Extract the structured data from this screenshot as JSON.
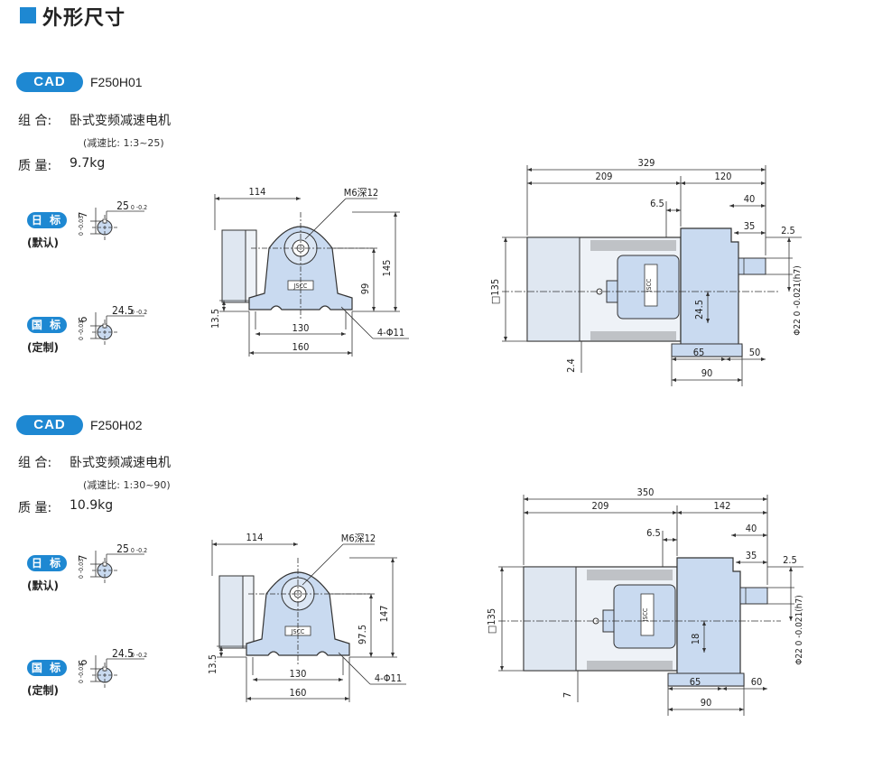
{
  "section_title": "外形尺寸",
  "colors": {
    "accent": "#1e88d2",
    "body_fill": "#c9daf0",
    "line": "#333333"
  },
  "models": [
    {
      "cad_label": "CAD",
      "model": "F250H01",
      "combo_label": "组 合:",
      "combo_value": "卧式变频减速电机",
      "ratio": "(减速比: 1:3~25)",
      "mass_label": "质 量:",
      "mass_value": "9.7kg",
      "std_jp": "日 标",
      "std_jp_note": "(默认)",
      "std_cn": "国 标",
      "std_cn_note": "(定制)",
      "key_jp": {
        "h": "7",
        "h_tol": "0 -0.03",
        "w": "25",
        "w_tol": "0 -0.2"
      },
      "key_cn": {
        "h": "6",
        "h_tol": "0 -0.03",
        "w": "24.5",
        "w_tol": "0 -0.2"
      },
      "front": {
        "d114": "114",
        "m6": "M6深12",
        "d145": "145",
        "d99": "99",
        "d135": "13.5",
        "d130": "130",
        "d160": "160",
        "holes": "4-Φ11"
      },
      "side": {
        "d329": "329",
        "d209": "209",
        "d120": "120",
        "d65": "6.5",
        "d40": "40",
        "d35": "35",
        "d25": "2.5",
        "dia135": "□135",
        "shaft": "Φ22 0 -0.021(h7)",
        "d245": "24.5",
        "d24": "2.4",
        "d65b": "65",
        "d50": "50",
        "d90": "90"
      }
    },
    {
      "cad_label": "CAD",
      "model": "F250H02",
      "combo_label": "组 合:",
      "combo_value": "卧式变频减速电机",
      "ratio": "(减速比: 1:30~90)",
      "mass_label": "质 量:",
      "mass_value": "10.9kg",
      "std_jp": "日 标",
      "std_jp_note": "(默认)",
      "std_cn": "国 标",
      "std_cn_note": "(定制)",
      "key_jp": {
        "h": "7",
        "h_tol": "0 -0.03",
        "w": "25",
        "w_tol": "0 -0.2"
      },
      "key_cn": {
        "h": "6",
        "h_tol": "0 -0.03",
        "w": "24.5",
        "w_tol": "0 -0.2"
      },
      "front": {
        "d114": "114",
        "m6": "M6深12",
        "d145": "147",
        "d99": "97.5",
        "d135": "13.5",
        "d130": "130",
        "d160": "160",
        "holes": "4-Φ11"
      },
      "side": {
        "d329": "350",
        "d209": "209",
        "d120": "142",
        "d65": "6.5",
        "d40": "40",
        "d35": "35",
        "d25": "2.5",
        "dia135": "□135",
        "shaft": "Φ22 0 -0.021(h7)",
        "d245": "18",
        "d24": "7",
        "d65b": "65",
        "d50": "60",
        "d90": "90"
      }
    }
  ],
  "logo_text": "JSCC"
}
